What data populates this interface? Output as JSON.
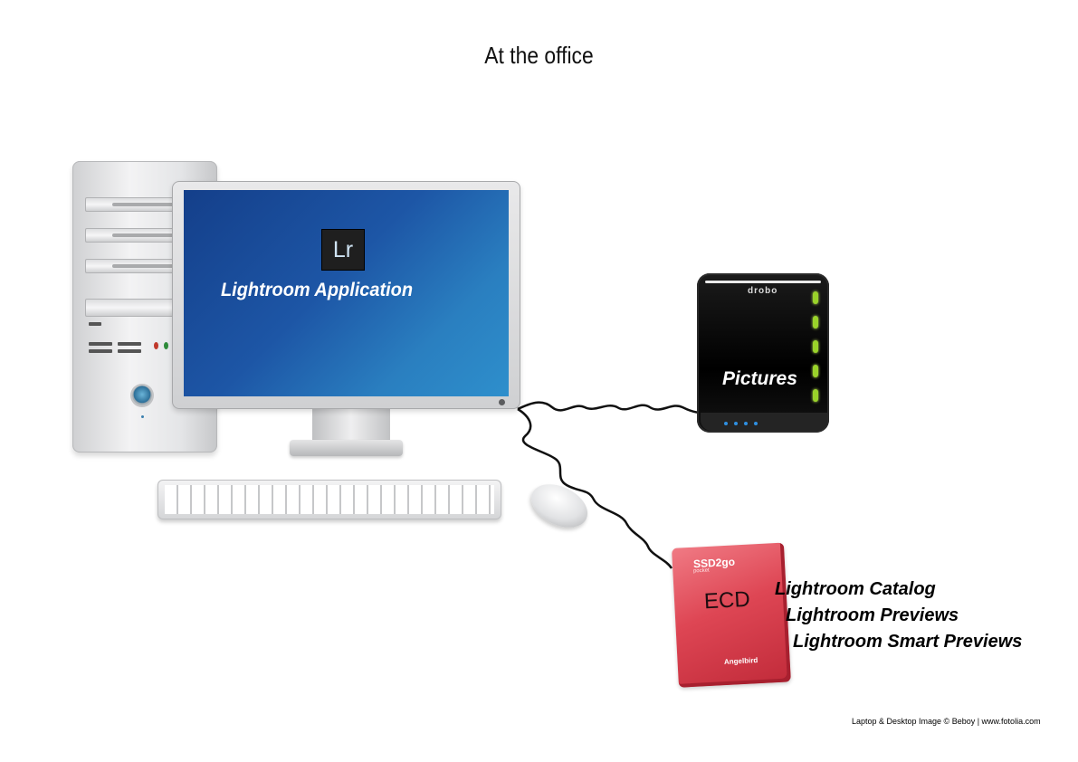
{
  "title": "At the office",
  "computer": {
    "app_logo": "Lr",
    "app_label": "Lightroom Application"
  },
  "nas": {
    "brand": "drobo",
    "label": "Pictures",
    "status_led_color": "#9ad32a"
  },
  "external_drive": {
    "brand": "SSD2go",
    "sub": "pocket",
    "label": "ECD",
    "maker": "Angelbird",
    "color": "#de4654",
    "contents": [
      "Lightroom Catalog",
      "Lightroom Previews",
      "Lightroom Smart Previews"
    ]
  },
  "credit": "Laptop & Desktop Image © Beboy | www.fotolia.com"
}
